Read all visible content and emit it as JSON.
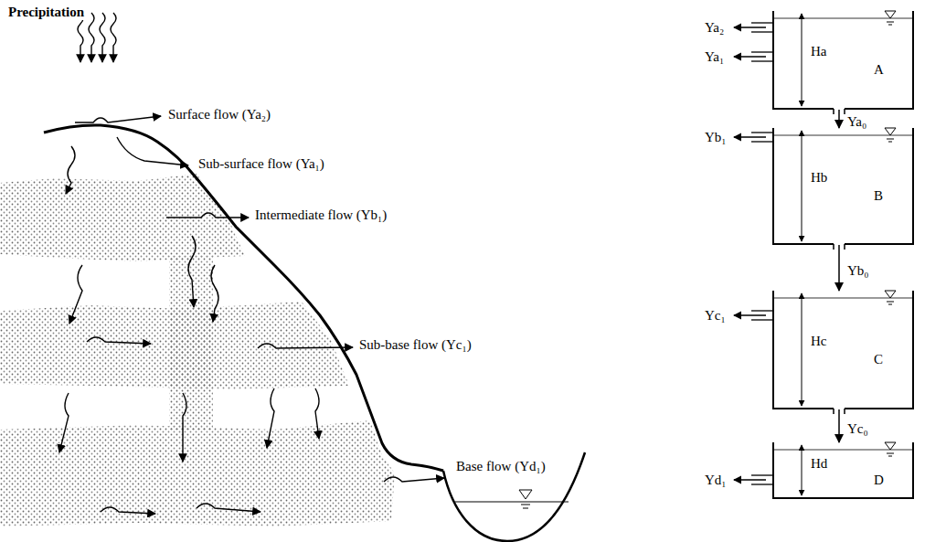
{
  "diagram": {
    "nodes": [
      {
        "text": [
          "Ha",
          "A"
        ]
      },
      {
        "text": [
          "Hb",
          "B"
        ]
      },
      {
        "text": [
          "Hc",
          "C"
        ]
      },
      {
        "text": [
          "Hd",
          "D"
        ]
      }
    ],
    "edges": [
      {
        "from": 0,
        "to": 1,
        "arrow": "to",
        "label": "Ya₀"
      },
      {
        "from": 1,
        "to": 2,
        "arrow": "to",
        "label": "Yb₀"
      },
      {
        "from": 2,
        "to": 3,
        "arrow": "to",
        "label": "Yc₀"
      }
    ],
    "labels": [
      "Precipitation",
      "Surface flow (Ya₂)",
      "Sub-surface flow (Ya₁)",
      "Intermediate flow (Yb₁)",
      "Sub-base flow (Yc₁)",
      "Base flow (Yd₁)",
      "Ya₂",
      "Ya₁",
      "Yb₁",
      "Yc₁",
      "Yd₁"
    ]
  }
}
